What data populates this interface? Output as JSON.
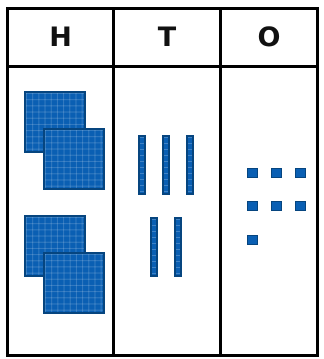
{
  "chart": {
    "headers": {
      "hundreds": "H",
      "tens": "T",
      "ones": "O"
    },
    "counts": {
      "hundreds": 4,
      "tens": 5,
      "ones": 7
    },
    "colors": {
      "block_fill": "#0a5fb3",
      "block_edge": "#06457f",
      "grid_lines": "#000000"
    }
  }
}
